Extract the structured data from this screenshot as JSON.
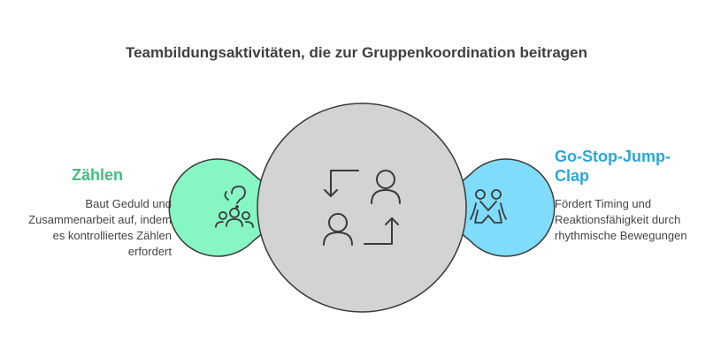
{
  "title": "Teambildungsaktivitäten, die zur Gruppenkoordination beitragen",
  "left": {
    "heading": "Zählen",
    "description": "Baut Geduld und Zusammenarbeit auf, indem es kontrolliertes Zählen erfordert",
    "icon": "counting-group-icon"
  },
  "right": {
    "heading": "Go-Stop-Jump-Clap",
    "description": "Fördert Timing und Reaktionsfähigkeit durch rhythmische Bewegungen",
    "icon": "dancing-people-icon"
  },
  "center": {
    "icon": "people-exchange-icon"
  },
  "colors": {
    "center_fill": "#d3d3d3",
    "left_fill": "#86f7c2",
    "right_fill": "#7fdcfb",
    "left_accent": "#3fbf7f",
    "right_accent": "#2aa8d6"
  }
}
